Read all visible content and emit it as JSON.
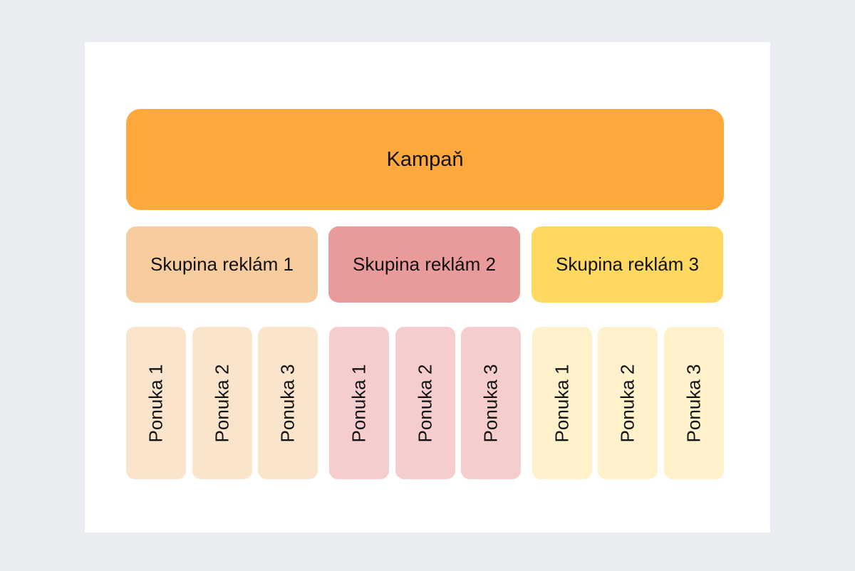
{
  "campaign": {
    "label": "Kampaň",
    "color": "#ffa83d"
  },
  "groups": [
    {
      "label": "Skupina reklám 1",
      "color": "#f7cc9f",
      "offer_color": "#fbe4cc",
      "offers": [
        "Ponuka 1",
        "Ponuka 2",
        "Ponuka 3"
      ]
    },
    {
      "label": "Skupina reklám 2",
      "color": "#e99a9a",
      "offer_color": "#f5cdcd",
      "offers": [
        "Ponuka 1",
        "Ponuka 2",
        "Ponuka 3"
      ]
    },
    {
      "label": "Skupina reklám 3",
      "color": "#ffd862",
      "offer_color": "#fff1c9",
      "offers": [
        "Ponuka 1",
        "Ponuka 2",
        "Ponuka 3"
      ]
    }
  ]
}
